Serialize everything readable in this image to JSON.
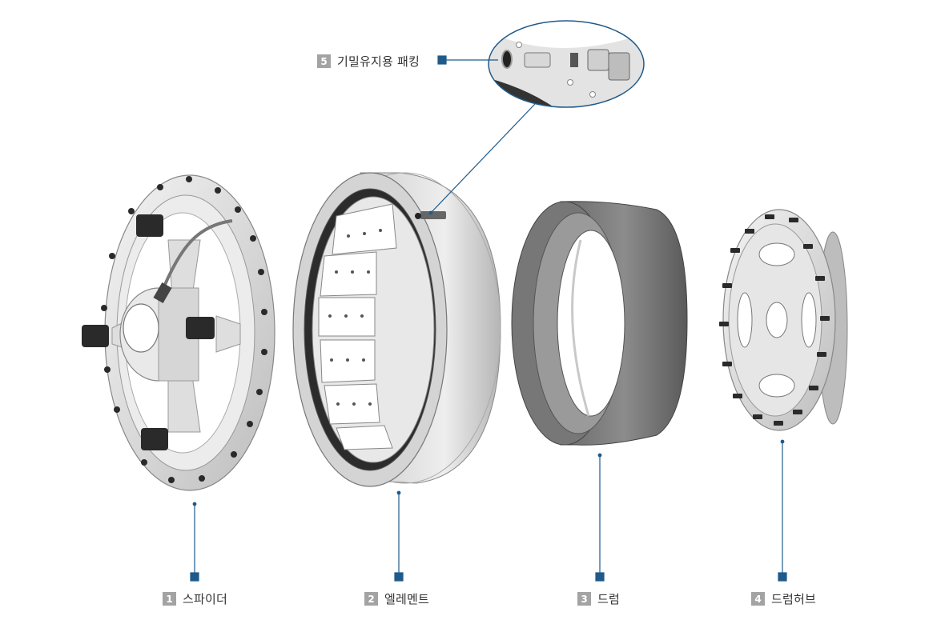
{
  "colors": {
    "accent": "#1f5a8a",
    "badge": "#a3a3a3",
    "metal_light": "#e6e6e6",
    "metal_dark": "#555555",
    "bolt": "#2a2a2a"
  },
  "parts": [
    {
      "num": "1",
      "label": "스파이더"
    },
    {
      "num": "2",
      "label": "엘레멘트"
    },
    {
      "num": "3",
      "label": "드럼"
    },
    {
      "num": "4",
      "label": "드럼허브"
    },
    {
      "num": "5",
      "label": "기밀유지용 패킹"
    }
  ]
}
